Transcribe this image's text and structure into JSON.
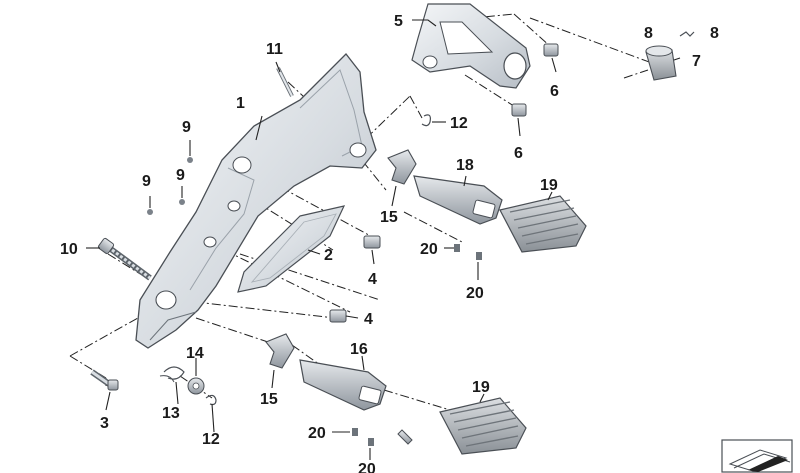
{
  "diagram": {
    "callouts": {
      "c1": "1",
      "c2": "2",
      "c3": "3",
      "c4a": "4",
      "c4b": "4",
      "c5": "5",
      "c6a": "6",
      "c6b": "6",
      "c7": "7",
      "c8a": "8",
      "c8b": "8",
      "c9a": "9",
      "c9b": "9",
      "c9c": "9",
      "c10": "10",
      "c11": "11",
      "c12a": "12",
      "c12b": "12",
      "c13": "13",
      "c14": "14",
      "c15a": "15",
      "c15b": "15",
      "c16": "16",
      "c18": "18",
      "c19a": "19",
      "c19b": "19",
      "c20a": "20",
      "c20b": "20",
      "c20c": "20",
      "c20d": "20"
    }
  },
  "colors": {
    "part_light": "#eceff2",
    "part_mid": "#c9cfd6",
    "part_dark": "#8d959e",
    "outline": "#4a4f55",
    "rubber": "#a4a9ae"
  },
  "icons": {
    "corner_symbol": "assembly-stack-icon"
  }
}
